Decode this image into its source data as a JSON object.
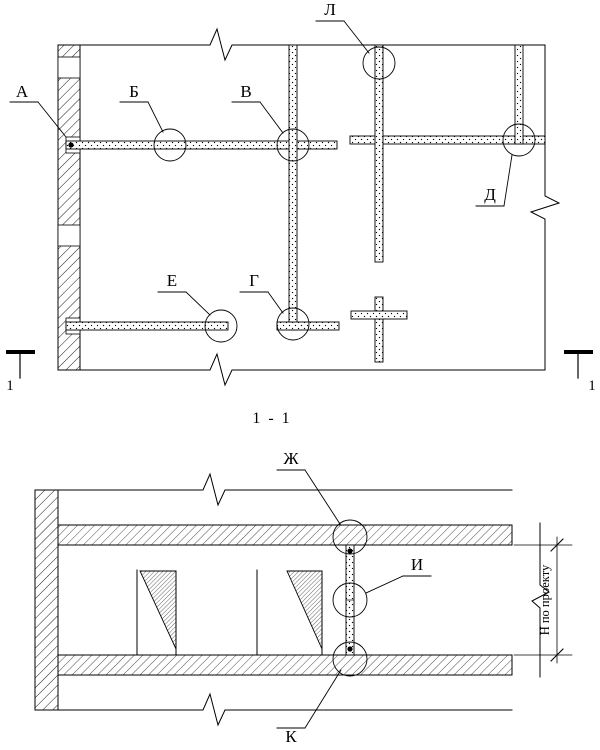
{
  "plan": {
    "callout_a": "А",
    "callout_b": "Б",
    "callout_v": "В",
    "callout_g": "Г",
    "callout_d": "Д",
    "callout_e": "Е",
    "callout_l": "Л",
    "cut_number_left": "1",
    "cut_number_right": "1"
  },
  "section": {
    "title": "1 - 1",
    "callout_zh": "Ж",
    "callout_i": "И",
    "callout_k": "К",
    "dimension_label": "Н по проекту"
  }
}
